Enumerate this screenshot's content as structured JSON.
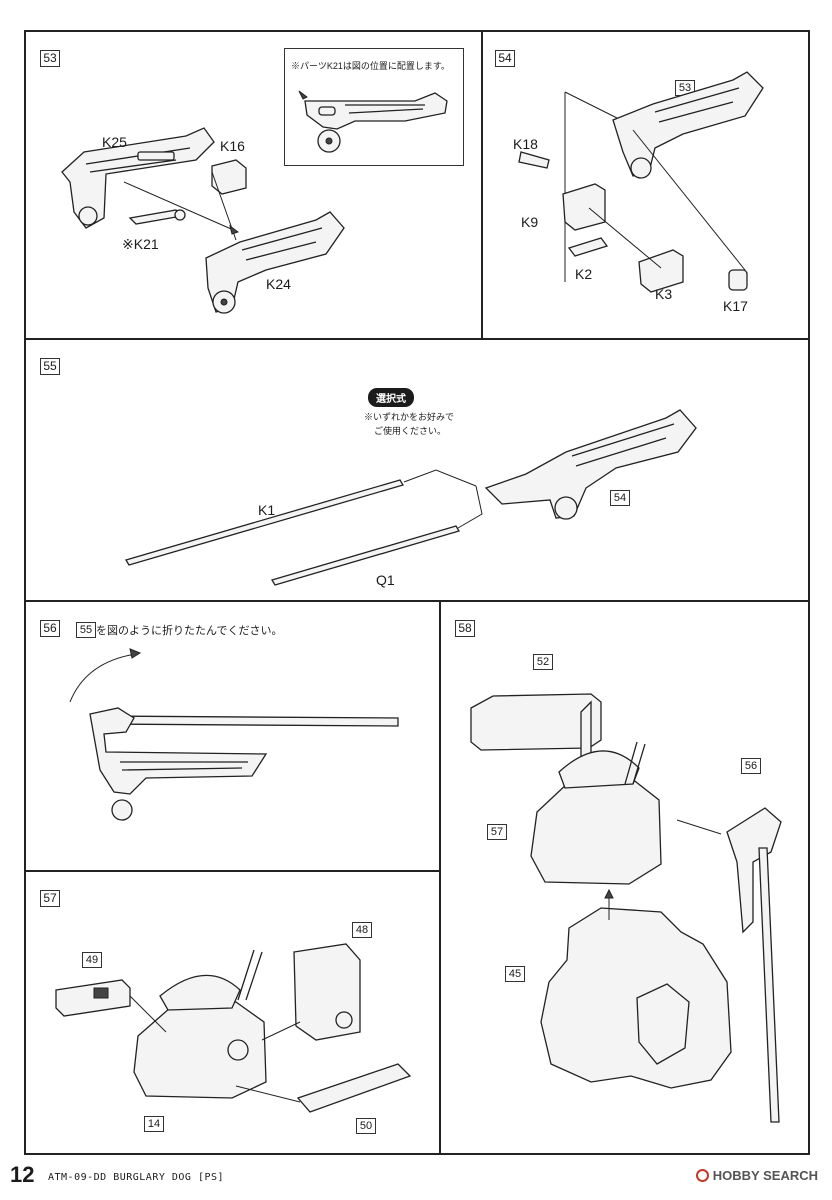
{
  "steps": {
    "s53": {
      "number": "53",
      "parts": {
        "k25": "K25",
        "k16": "K16",
        "k21": "※K21",
        "k24": "K24"
      },
      "inset_note": "※パーツK21は図の位置に配置します。"
    },
    "s54": {
      "number": "54",
      "ref": "53",
      "parts": {
        "k18": "K18",
        "k9": "K9",
        "k2": "K2",
        "k3": "K3",
        "k17": "K17"
      }
    },
    "s55": {
      "number": "55",
      "badge": "選択式",
      "note_line1": "※いずれかをお好みで",
      "note_line2": "ご使用ください。",
      "parts": {
        "k1": "K1",
        "q1": "Q1"
      },
      "ref": "54"
    },
    "s56": {
      "number": "56",
      "ref": "55",
      "instruction": "を図のように折りたたんでください。"
    },
    "s57": {
      "number": "57",
      "refs": {
        "r49": "49",
        "r48": "48",
        "r14": "14",
        "r50": "50"
      }
    },
    "s58": {
      "number": "58",
      "refs": {
        "r52": "52",
        "r56": "56",
        "r57": "57",
        "r45": "45"
      }
    }
  },
  "footer": {
    "page_number": "12",
    "title": "ATM-09-DD BURGLARY DOG [PS]",
    "brand": "HOBBY SEARCH"
  }
}
